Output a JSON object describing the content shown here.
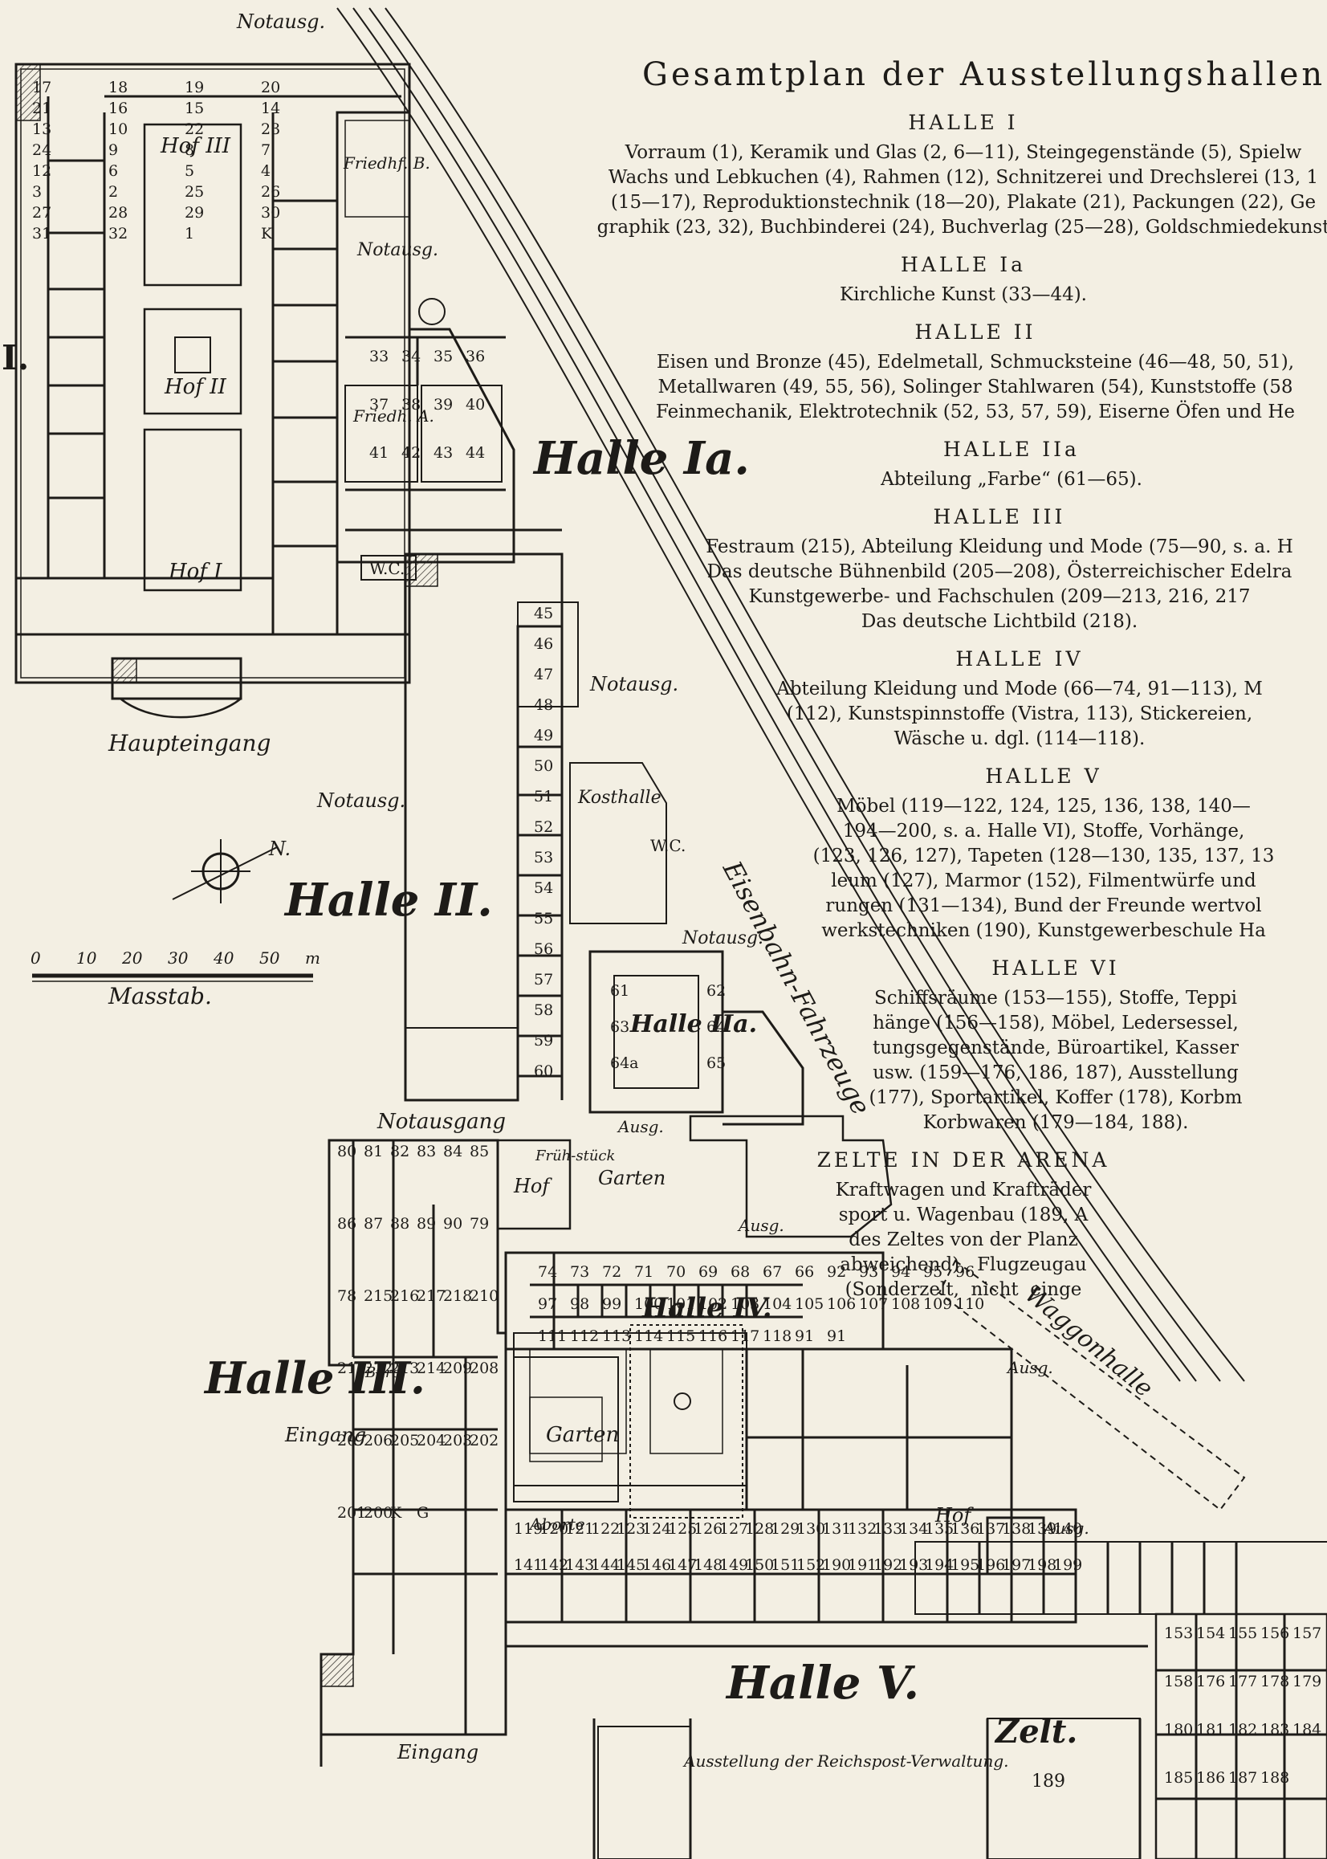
{
  "title": "Gesamtplan der Ausstellungshallen",
  "legend": [
    {
      "title": "HALLE I",
      "lines": [
        "Vorraum (1), Keramik und Glas (2, 6—11), Steingegenstände (5), Spielw",
        "Wachs und Lebkuchen (4), Rahmen (12), Schnitzerei und Drechslerei (13, 1",
        "(15—17), Reproduktionstechnik (18—20), Plakate (21), Packungen (22), Ge",
        "graphik (23, 32), Buchbinderei (24), Buchverlag (25—28), Goldschmiedekunst"
      ]
    },
    {
      "title": "HALLE Ia",
      "lines": [
        "Kirchliche Kunst (33—44)."
      ]
    },
    {
      "title": "HALLE II",
      "lines": [
        "Eisen und Bronze (45), Edelmetall, Schmucksteine (46—48, 50, 51),",
        "Metallwaren (49, 55, 56), Solinger Stahlwaren (54), Kunststoffe (58",
        "Feinmechanik, Elektrotechnik (52, 53, 57, 59), Eiserne Öfen und He"
      ]
    },
    {
      "title": "HALLE IIa",
      "lines": [
        "Abteilung „Farbe“ (61—65)."
      ]
    },
    {
      "title": "HALLE III",
      "lines": [
        "Festraum (215), Abteilung Kleidung und Mode (75—90, s. a. H",
        "Das deutsche Bühnenbild (205—208), Österreichischer Edelra",
        "Kunstgewerbe- und Fachschulen (209—213, 216, 217",
        "Das deutsche Lichtbild (218)."
      ]
    },
    {
      "title": "HALLE IV",
      "lines": [
        "Abteilung Kleidung und Mode (66—74, 91—113), M",
        "(112), Kunstspinnstoffe (Vistra, 113), Stickereien,",
        "Wäsche u. dgl. (114—118)."
      ]
    },
    {
      "title": "HALLE V",
      "lines": [
        "Möbel (119—122, 124, 125, 136, 138, 140—",
        "194—200, s. a. Halle VI), Stoffe, Vorhänge,",
        "(123, 126, 127), Tapeten (128—130, 135, 137, 13",
        "leum (127), Marmor (152), Filmentwürfe und",
        "rungen (131—134), Bund der Freunde wertvol",
        "werkstechniken (190), Kunstgewerbeschule Ha"
      ]
    },
    {
      "title": "HALLE VI",
      "lines": [
        "Schiffsräume (153—155), Stoffe, Teppi",
        "hänge (156—158), Möbel, Ledersessel,",
        "tungsgegenstände, Büroartikel, Kasser",
        "usw. (159—176, 186, 187), Ausstellung",
        "(177), Sportartikel, Koffer (178), Korbm",
        "Korbwaren (179—184, 188)."
      ]
    },
    {
      "title": "ZELTE IN DER ARENA",
      "lines": [
        "Kraftwagen und Krafträder",
        "sport u. Wagenbau (189, A",
        "des Zeltes von der Planz",
        "abweichend),  Flugzeugau",
        "(Sonderzelt,  nicht  einge"
      ]
    }
  ],
  "map_labels": {
    "notausg_top": "Notausg.",
    "notausg_mid": "Notausg.",
    "notausg_a": "Notausg.",
    "notausg_b": "Notausg.",
    "notausg_c": "Notausg.",
    "notausgang": "Notausgang",
    "halle_1a": "Halle Ia.",
    "halle_2": "Halle II.",
    "halle_2a": "Halle IIa.",
    "halle_3": "Halle III.",
    "halle_4": "Halle IV.",
    "halle_5": "Halle V.",
    "halle_left": "I.",
    "haupteingang": "Haupteingang",
    "eingang_left": "Eingang",
    "eingang_bottom": "Eingang",
    "hof1": "Hof I",
    "hof2": "Hof II",
    "hof3": "Hof III",
    "hof_small": "Hof",
    "hof_v": "Hof",
    "friedhof_b": "Friedhf. B.",
    "friedhof_a": "Friedh. A.",
    "wc1": "W.C.",
    "wc2": "W.C.",
    "kosthalle": "Kosthalle",
    "eisenbahn": "Eisenbahn-Fahrzeuge",
    "waggonhalle": "Waggonhalle",
    "garten1": "Garten",
    "garten2": "Garten",
    "fruehstueck": "Früh-stück",
    "buero": "Büro",
    "aborte": "Aborte",
    "zelt": "Zelt.",
    "zelt_num": "189",
    "reichspost": "Ausstellung der Reichspost-Verwaltung.",
    "ausg1": "Ausg.",
    "ausg2": "Ausg.",
    "ausg3": "Ausg.",
    "ausg4": "Ausg.",
    "massstab": "Masstab.",
    "scale_ticks": [
      "0",
      "10",
      "20",
      "30",
      "40",
      "50",
      "m"
    ],
    "compass_n": "N."
  },
  "rooms_halle1": [
    "17",
    "18",
    "19",
    "20",
    "21",
    "16",
    "15",
    "14",
    "13",
    "10",
    "22",
    "23",
    "24",
    "9",
    "8",
    "7",
    "12",
    "6",
    "5",
    "4",
    "3",
    "2",
    "25",
    "26",
    "27",
    "28",
    "29",
    "30",
    "31",
    "32",
    "1",
    "K"
  ],
  "rooms_halle1a": [
    "33",
    "34",
    "35",
    "36",
    "37",
    "38",
    "39",
    "40",
    "41",
    "42",
    "43",
    "44"
  ],
  "rooms_halle2": [
    "45",
    "46",
    "47",
    "48",
    "49",
    "50",
    "51",
    "52",
    "53",
    "54",
    "55",
    "56",
    "57",
    "58",
    "59",
    "60"
  ],
  "rooms_halle2a": [
    "61",
    "62",
    "63",
    "64",
    "64a",
    "65"
  ],
  "rooms_halle3": [
    "80",
    "81",
    "82",
    "83",
    "84",
    "85",
    "86",
    "87",
    "88",
    "89",
    "90",
    "79",
    "78",
    "215",
    "216",
    "217",
    "218",
    "210",
    "211",
    "212",
    "213",
    "214",
    "209",
    "208",
    "207",
    "206",
    "205",
    "204",
    "203",
    "202",
    "201",
    "200",
    "K",
    "G"
  ],
  "rooms_halle4": [
    "74",
    "73",
    "72",
    "71",
    "70",
    "69",
    "68",
    "67",
    "66",
    "92",
    "93",
    "94",
    "95",
    "96",
    "97",
    "98",
    "99",
    "100",
    "101",
    "102",
    "103",
    "104",
    "105",
    "106",
    "107",
    "108",
    "109",
    "110",
    "111",
    "112",
    "113",
    "114",
    "115",
    "116",
    "117",
    "118",
    "91",
    "91"
  ],
  "rooms_halle5": [
    "119",
    "120",
    "121",
    "122",
    "123",
    "124",
    "125",
    "126",
    "127",
    "128",
    "129",
    "130",
    "131",
    "132",
    "133",
    "134",
    "135",
    "136",
    "137",
    "138",
    "139",
    "140",
    "141",
    "142",
    "143",
    "144",
    "145",
    "146",
    "147",
    "148",
    "149",
    "150",
    "151",
    "152",
    "190",
    "191",
    "192",
    "193",
    "194",
    "195",
    "196",
    "197",
    "198",
    "199"
  ],
  "rooms_halle6": [
    "153",
    "154",
    "155",
    "156",
    "157",
    "158",
    "176",
    "177",
    "178",
    "179",
    "180",
    "181",
    "182",
    "183",
    "184",
    "185",
    "186",
    "187",
    "188"
  ]
}
